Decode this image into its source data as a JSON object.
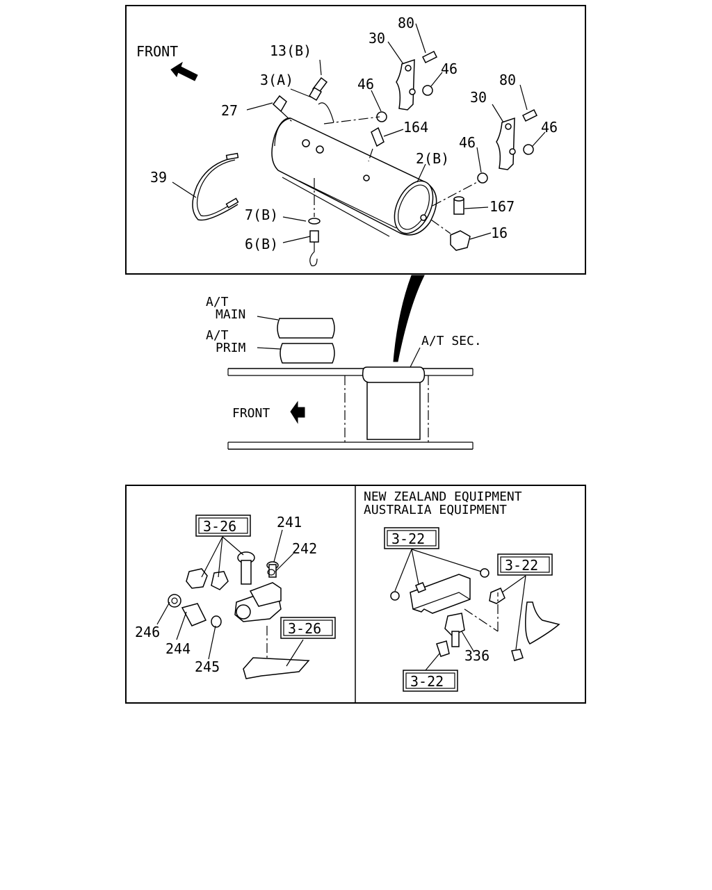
{
  "top_panel": {
    "front_label": "FRONT",
    "callouts": {
      "c13b": "13(B)",
      "c3a": "3(A)",
      "c27": "27",
      "c39": "39",
      "c7b": "7(B)",
      "c6b": "6(B)",
      "c80a": "80",
      "c30a": "30",
      "c46a": "46",
      "c46b": "46",
      "c164": "164",
      "c2b": "2(B)",
      "c80b": "80",
      "c30b": "30",
      "c46c": "46",
      "c46d": "46",
      "c167": "167",
      "c16": "16"
    }
  },
  "middle": {
    "at_main_1": "A/T",
    "at_main_2": "MAIN",
    "at_prim_1": "A/T",
    "at_prim_2": "PRIM",
    "at_sec": "A/T SEC.",
    "front_label": "FRONT"
  },
  "bottom_left": {
    "box_3_26_top": "3-26",
    "box_3_26_bottom": "3-26",
    "c241": "241",
    "c242": "242",
    "c246": "246",
    "c244": "244",
    "c245": "245"
  },
  "bottom_right": {
    "title_line1": "NEW ZEALAND EQUIPMENT",
    "title_line2": "AUSTRALIA EQUIPMENT",
    "box_3_22_a": "3-22",
    "box_3_22_b": "3-22",
    "box_3_22_c": "3-22",
    "c336": "336"
  }
}
